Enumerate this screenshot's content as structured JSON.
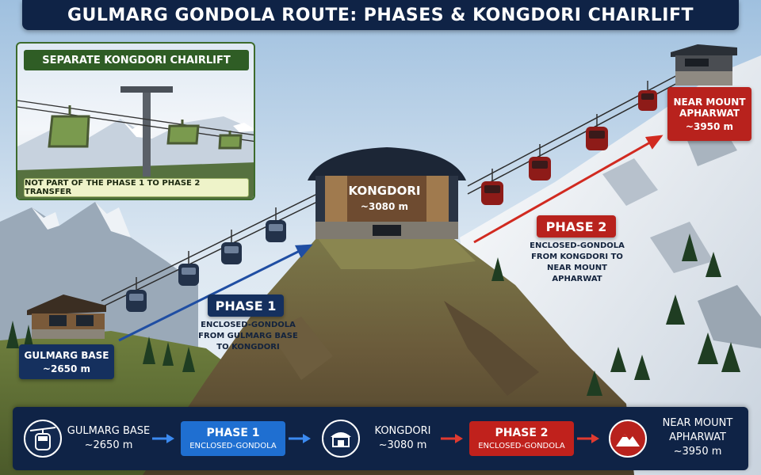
{
  "title": "GULMARG GONDOLA ROUTE: PHASES & KONGDORI CHAIRLIFT",
  "inset": {
    "title": "SEPARATE KONGDORI CHAIRLIFT",
    "note": "NOT PART OF THE PHASE 1 TO PHASE 2 TRANSFER"
  },
  "stations": {
    "base": {
      "name": "GULMARG BASE",
      "elevation": "~2650 m"
    },
    "mid": {
      "name": "KONGDORI",
      "elevation": "~3080 m"
    },
    "top": {
      "name_line1": "NEAR MOUNT",
      "name_line2": "APHARWAT",
      "elevation": "~3950 m"
    }
  },
  "phase1": {
    "label": "PHASE 1",
    "desc_line1": "ENCLOSED-GONDOLA",
    "desc_line2": "FROM GULMARG BASE",
    "desc_line3": "TO KONGDORI"
  },
  "phase2": {
    "label": "PHASE 2",
    "desc_line1": "ENCLOSED-GONDOLA",
    "desc_line2": "FROM KONGDORI TO",
    "desc_line3": "NEAR MOUNT APHARWAT"
  },
  "summary": {
    "base_name": "GULMARG BASE",
    "base_elev": "~2650 m",
    "phase1_label": "PHASE 1",
    "phase1_sub": "ENCLOSED-GONDOLA",
    "mid_name": "KONGDORI",
    "mid_elev": "~3080 m",
    "phase2_label": "PHASE 2",
    "phase2_sub": "ENCLOSED-GONDOLA",
    "top_line1": "NEAR MOUNT",
    "top_line2": "APHARWAT",
    "top_elev": "~3950 m"
  },
  "colors": {
    "navy": "#0f2346",
    "phase1_blue": "#1f6fd1",
    "phase2_red": "#c0211c",
    "chairlift_green": "#2f5d25"
  },
  "icons": [
    "gondola-cabin-icon",
    "station-building-icon",
    "mountain-peak-icon"
  ]
}
